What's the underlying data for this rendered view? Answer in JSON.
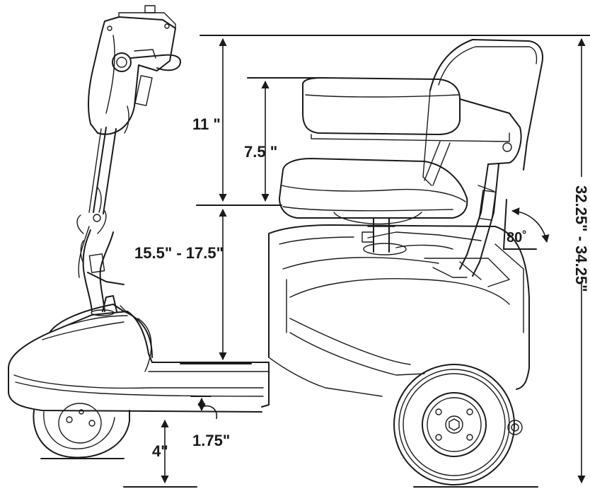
{
  "dimensions": {
    "backrest_height": "11 \"",
    "armrest_height": "7.5 \"",
    "seat_height": "15.5\" - 17.5\"",
    "deck_clearance": "1.75\"",
    "ground_clearance": "4\"",
    "recline_angle": "80˚",
    "overall_height": "32.25\" - 34.25\""
  },
  "colors": {
    "ink": "#1a1a1a",
    "background": "#ffffff"
  }
}
